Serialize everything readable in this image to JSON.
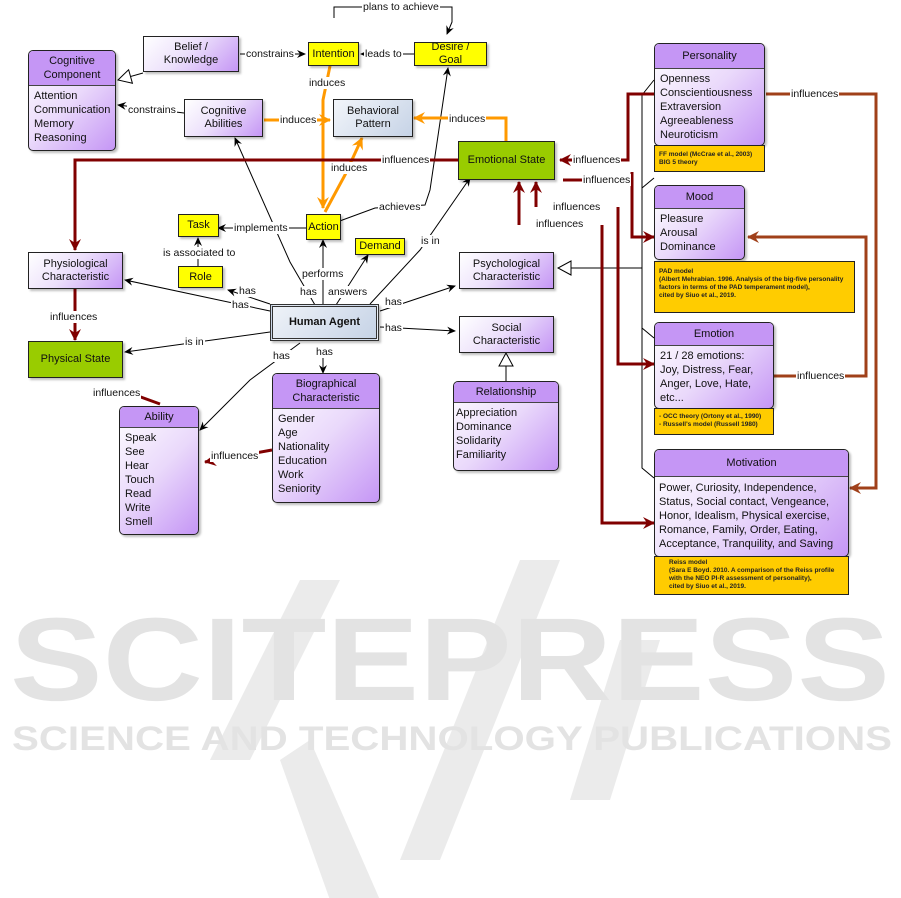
{
  "watermark": {
    "main": "SCITEPRESS",
    "sub": "SCIENCE AND TECHNOLOGY PUBLICATIONS"
  },
  "colors": {
    "class_fill": "#c596f5",
    "concept_yellow": "#ffff00",
    "state_green": "#99cc00",
    "note_orange": "#ffcc00",
    "induces_edge": "#ff9900",
    "influences_edge": "#800000",
    "influences_edge_alt": "#993300",
    "behavior_blue": "#c6d3e6"
  },
  "nodes": {
    "cognitive_component": {
      "title": "Cognitive\nComponent",
      "items": [
        "Attention",
        "Communication",
        "Memory",
        "Reasoning"
      ]
    },
    "belief_knowledge": {
      "label": "Belief / Knowledge"
    },
    "intention": {
      "label": "Intention"
    },
    "desire_goal": {
      "label": "Desire / Goal"
    },
    "cognitive_abilities": {
      "label": "Cognitive\nAbilities"
    },
    "behavioral_pattern": {
      "label": "Behavioral\nPattern"
    },
    "emotional_state": {
      "label": "Emotional State"
    },
    "task": {
      "label": "Task"
    },
    "role": {
      "label": "Role"
    },
    "action": {
      "label": "Action"
    },
    "demand": {
      "label": "Demand"
    },
    "physiological": {
      "label": "Physiological\nCharacteristic"
    },
    "physical_state": {
      "label": "Physical State"
    },
    "human_agent": {
      "label": "Human Agent"
    },
    "psychological": {
      "label": "Psychological\nCharacteristic"
    },
    "social": {
      "label": "Social\nCharacteristic"
    },
    "relationship": {
      "title": "Relationship",
      "items": [
        "Appreciation",
        "Dominance",
        "Solidarity",
        "Familiarity"
      ]
    },
    "ability": {
      "title": "Ability",
      "items": [
        "Speak",
        "See",
        "Hear",
        "Touch",
        "Read",
        "Write",
        "Smell"
      ]
    },
    "biographical": {
      "title": "Biographical\nCharacteristic",
      "items": [
        "Gender",
        "Age",
        "Nationality",
        "Education",
        "Work",
        "Seniority"
      ]
    },
    "personality": {
      "title": "Personality",
      "items": [
        "Openness",
        "Conscientiousness",
        "Extraversion",
        "Agreeableness",
        "Neuroticism"
      ]
    },
    "mood": {
      "title": "Mood",
      "items": [
        "Pleasure",
        "Arousal",
        "Dominance"
      ]
    },
    "emotion": {
      "title": "Emotion",
      "items": [
        "21 / 28 emotions:",
        "Joy, Distress, Fear,",
        "Anger, Love, Hate,",
        "etc..."
      ]
    },
    "motivation": {
      "title": "Motivation",
      "items": [
        "Power, Curiosity, Independence,",
        "Status, Social contact, Vengeance,",
        "Honor, Idealism, Physical exercise,",
        "Romance, Family, Order, Eating,",
        "Acceptance, Tranquility, and Saving"
      ]
    }
  },
  "notes": {
    "personality": [
      "FF model (McCrae et al., 2003)",
      "BIG 5 theory"
    ],
    "mood": [
      "PAD model",
      "(Albert Mehrabian. 1996. Analysis of the big-five personality",
      "factors in terms of the PAD temperament model),",
      "cited by Siuo et al., 2019."
    ],
    "emotion": [
      "- OCC theory (Ortony et al., 1990)",
      "- Russell's model (Russell 1980)"
    ],
    "motivation": [
      "Reiss model",
      "(Sara E Boyd. 2010. A comparison of the Reiss profile",
      "with the NEO PI-R assessment of personality),",
      "cited by Siuo et al., 2019."
    ]
  },
  "edge_labels": {
    "plans_to_achieve": "plans to achieve",
    "constrains_belief": "constrains",
    "leads_to": "leads to",
    "constrains_abilities": "constrains",
    "induces_intention": "induces",
    "induces_abilities": "induces",
    "induces_action": "induces",
    "induces_emotional": "induces",
    "influences_physio": "influences",
    "achieves": "achieves",
    "implements": "implements",
    "is_associated_to": "is associated to",
    "performs": "performs",
    "answers": "answers",
    "has_task": "has",
    "has_role": "has",
    "has_physio": "has",
    "is_in_emotional": "is in",
    "is_in_physical": "is in",
    "has_psych": "has",
    "has_social": "has",
    "has_ability": "has",
    "has_bio": "has",
    "influences_physical": "influences",
    "influences_ability_from_state": "influences",
    "influences_ability_from_bio": "influences",
    "influences_personality_es": "influences",
    "influences_mood_es": "influences",
    "influences_emotion_es": "influences",
    "influences_motivation_es": "influences",
    "influences_personality_out": "influences",
    "influences_emotion_out": "influences"
  }
}
